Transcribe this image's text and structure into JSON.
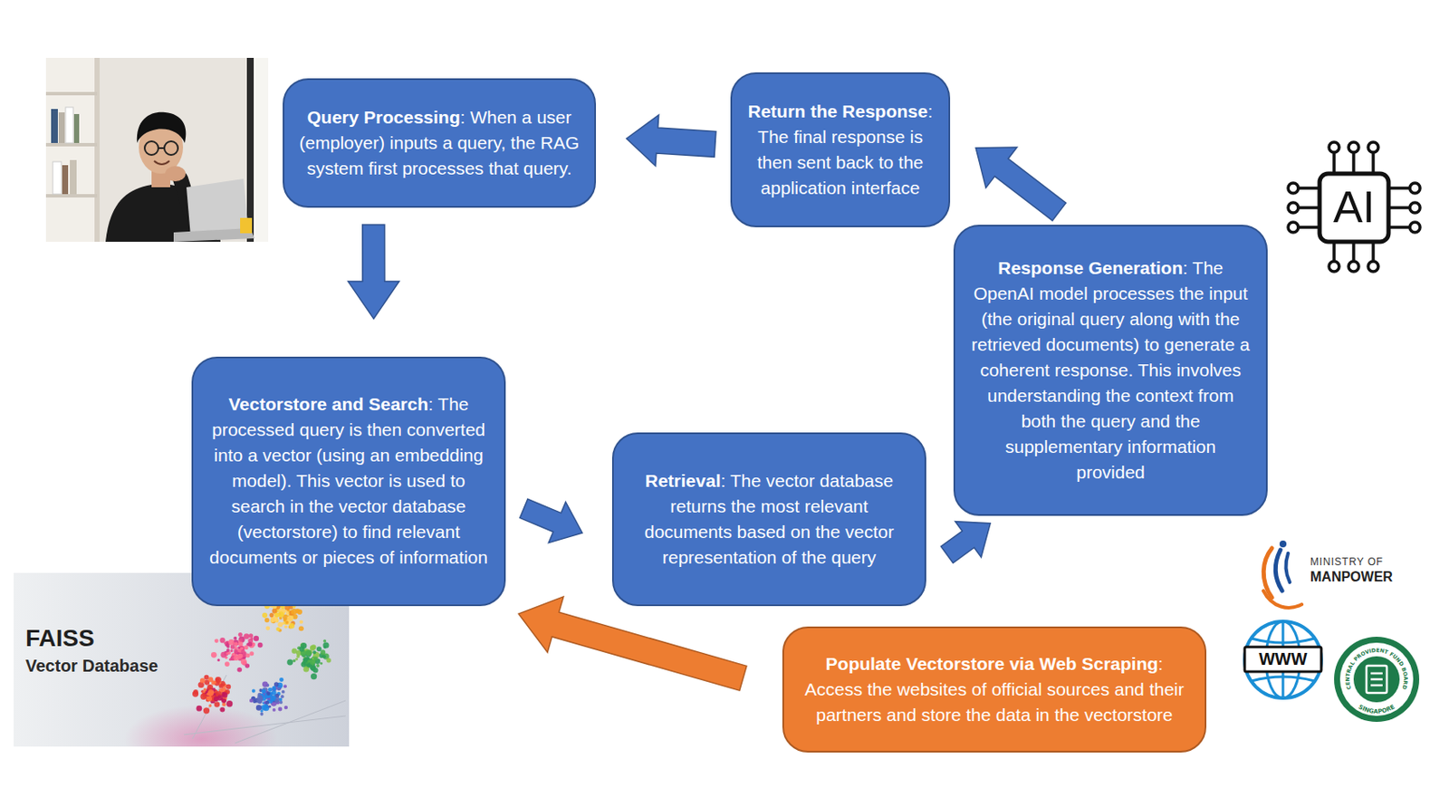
{
  "diagram": {
    "nodes": [
      {
        "text": [
          "Query Processing",
          ": When a user (employer) inputs a query, the RAG system first processes that query."
        ]
      },
      {
        "text": [
          "Return the Response",
          ": The final response is then sent back to the application interface"
        ]
      },
      {
        "text": [
          "Response Generation",
          ": The OpenAI model processes the input (the original query along with the retrieved documents) to generate a coherent response. This involves understanding the context from both the query and the supplementary information provided"
        ]
      },
      {
        "text": [
          "Vectorstore and Search",
          ": The processed query is then converted into a vector (using an embedding model). This vector is used to search in the vector database (vectorstore) to find relevant documents or pieces of information"
        ]
      },
      {
        "text": [
          "Retrieval",
          ": The vector database returns the most relevant documents based on the vector representation of the query"
        ]
      },
      {
        "text": [
          "Populate Vectorstore via Web Scraping",
          ": Access the websites of official sources and their partners and store the data in the vectorstore"
        ]
      }
    ],
    "edges": [
      {
        "from": 1,
        "to": 0,
        "arrow": "to"
      },
      {
        "from": 0,
        "to": 3,
        "arrow": "to"
      },
      {
        "from": 3,
        "to": 4,
        "arrow": "to"
      },
      {
        "from": 4,
        "to": 2,
        "arrow": "to"
      },
      {
        "from": 2,
        "to": 1,
        "arrow": "to"
      },
      {
        "from": 5,
        "to": 3,
        "arrow": "to"
      }
    ],
    "labels": [
      "FAISS",
      "Vector Database",
      "AI",
      "MINISTRY OF",
      "MANPOWER",
      "WWW",
      "CENTRAL PROVIDENT FUND BOARD",
      "SINGAPORE"
    ]
  }
}
